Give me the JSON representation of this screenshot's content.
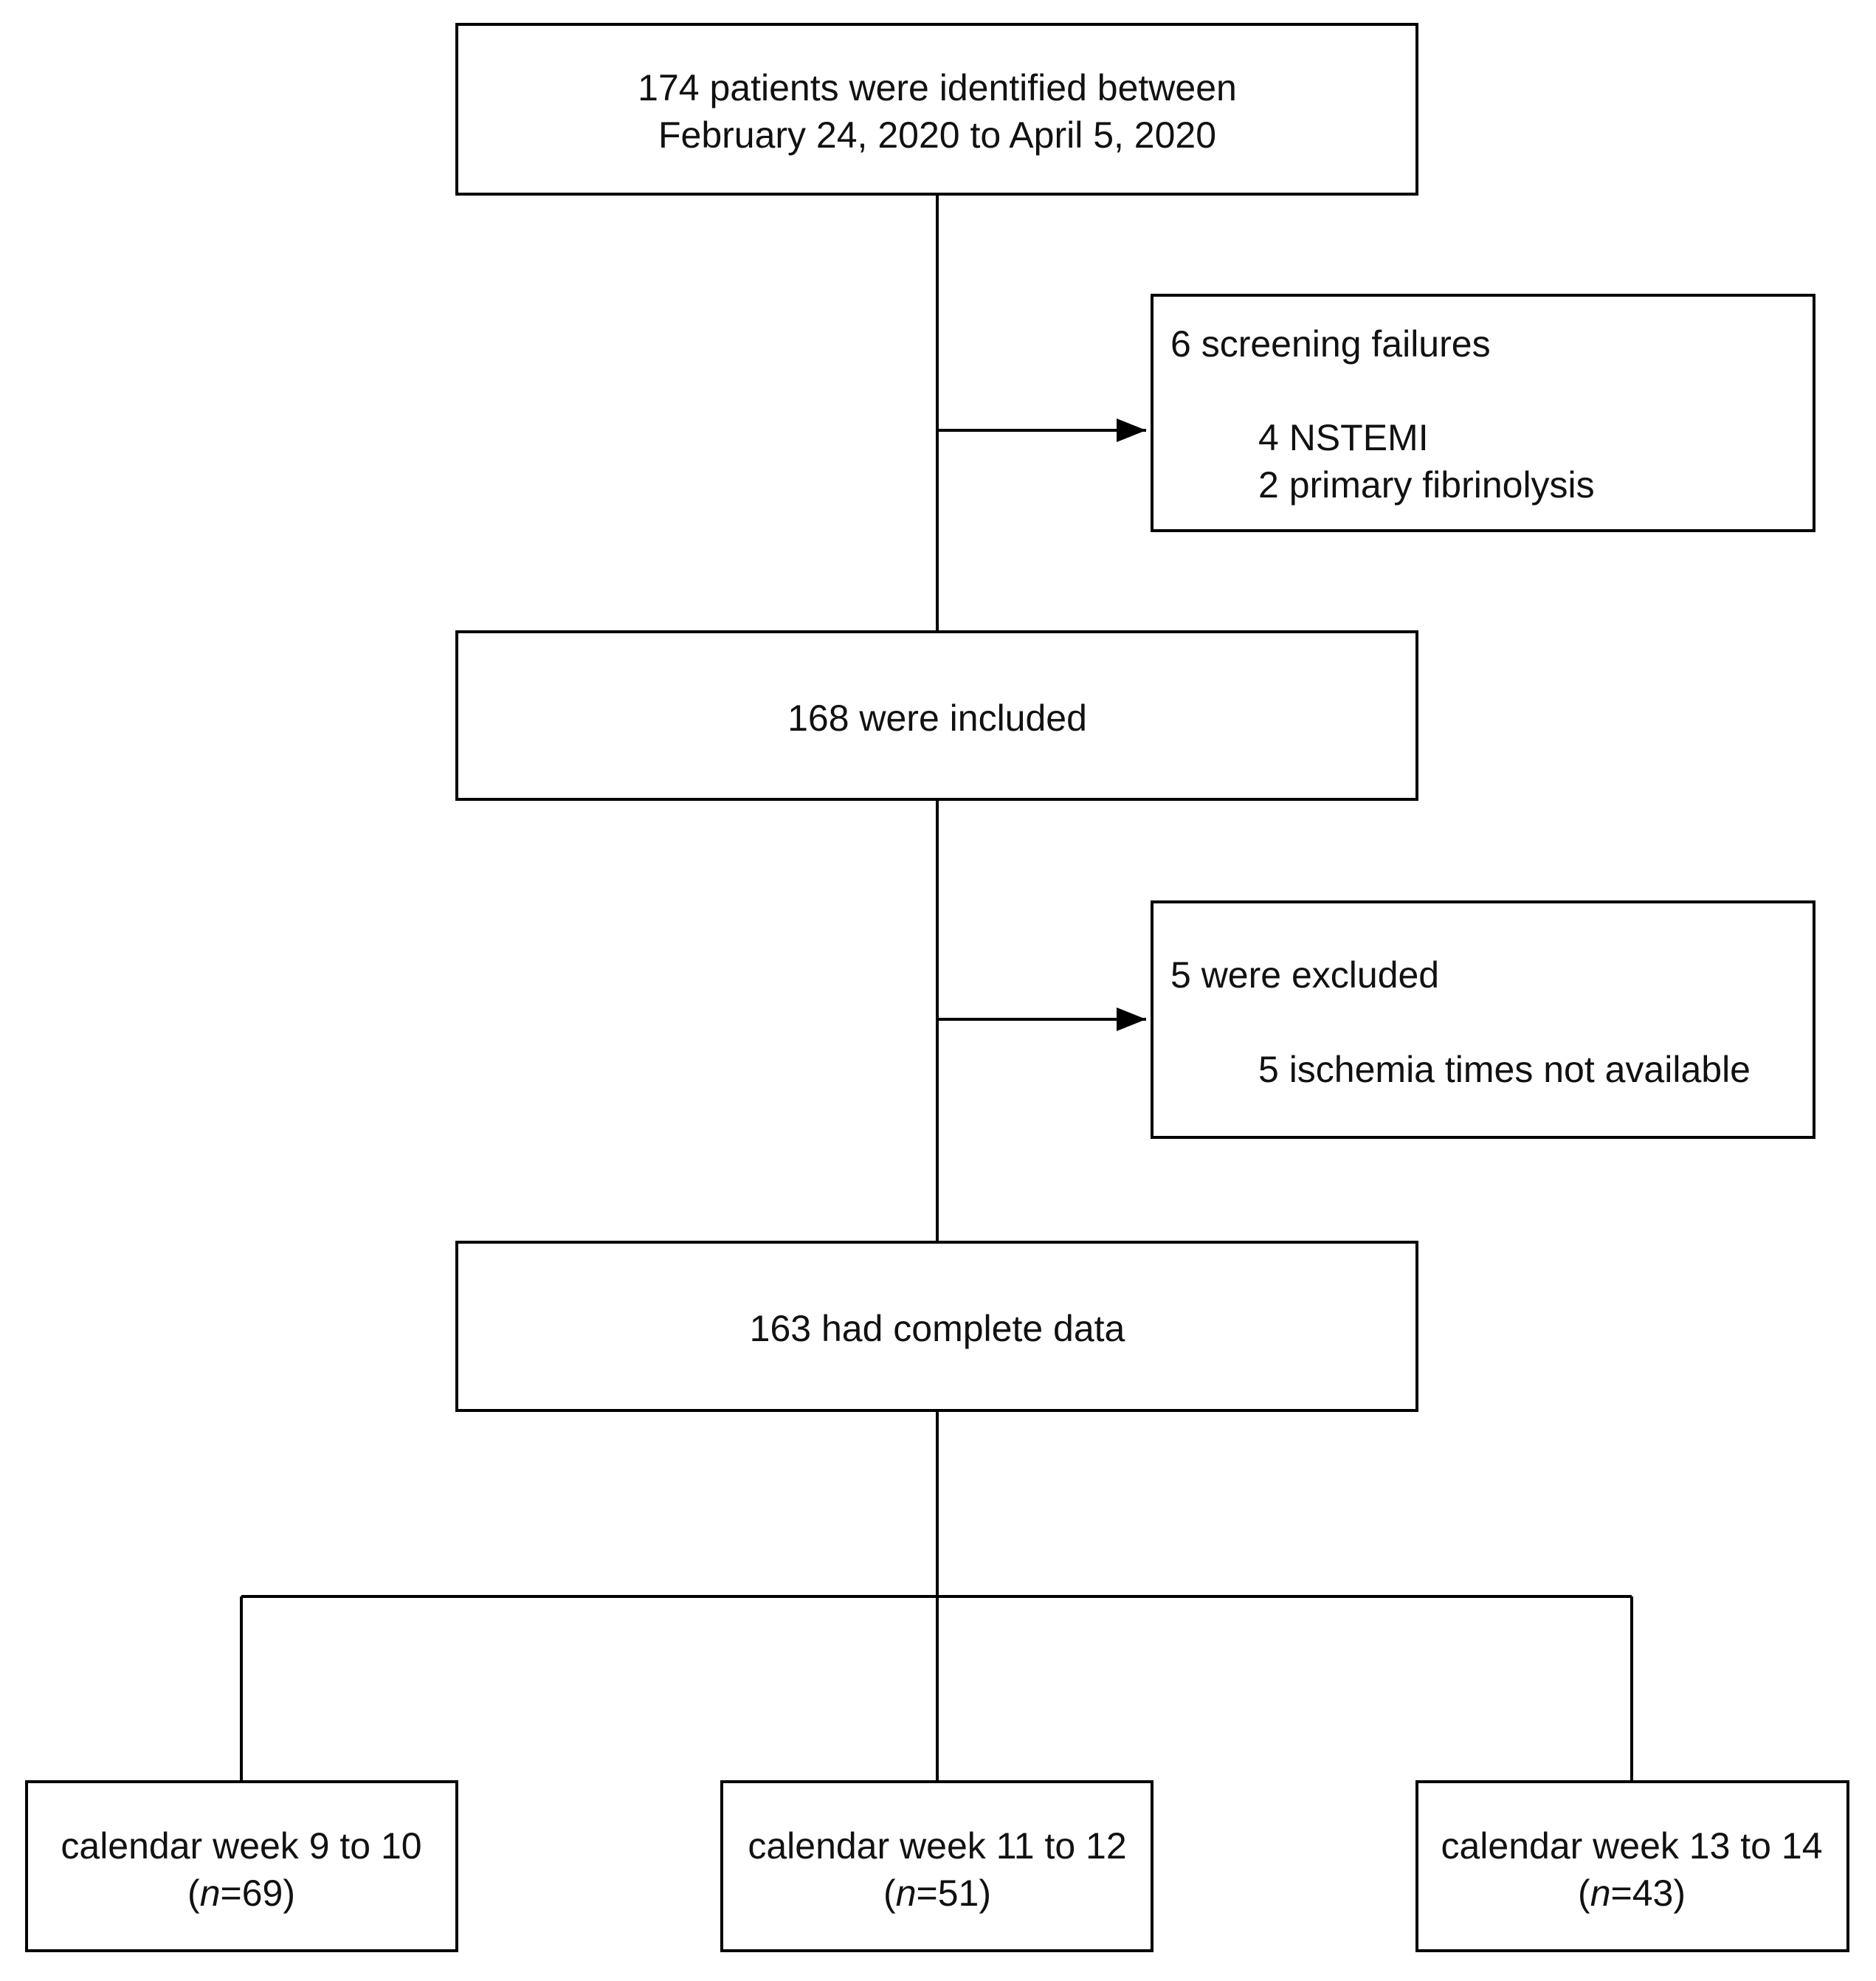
{
  "flowchart": {
    "start": {
      "line1": "174 patients were identified between",
      "line2": "February 24, 2020 to April 5, 2020"
    },
    "screening": {
      "title": "6 screening failures",
      "item1": "4 NSTEMI",
      "item2": "2 primary fibrinolysis"
    },
    "included": {
      "text": "168 were included"
    },
    "excluded": {
      "title": "5 were excluded",
      "item1": "5 ischemia times not available"
    },
    "complete": {
      "text": "163 had complete data"
    },
    "groups": [
      {
        "label": "calendar week 9 to 10",
        "n_prefix": "(",
        "n_var": "n",
        "n_value": "=69)"
      },
      {
        "label": "calendar week 11 to 12",
        "n_prefix": "(",
        "n_var": "n",
        "n_value": "=51)"
      },
      {
        "label": "calendar week 13 to 14",
        "n_prefix": "(",
        "n_var": "n",
        "n_value": "=43)"
      }
    ]
  }
}
